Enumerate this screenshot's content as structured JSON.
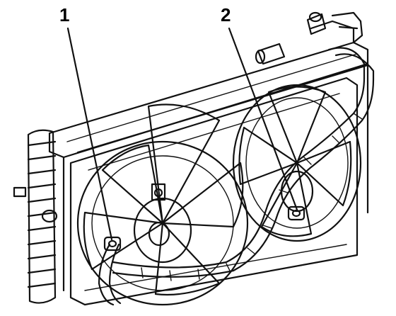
{
  "callouts": [
    {
      "id": "1",
      "label": "1"
    },
    {
      "id": "2",
      "label": "2"
    }
  ],
  "colors": {
    "ink": "#111111",
    "background": "#ffffff"
  }
}
